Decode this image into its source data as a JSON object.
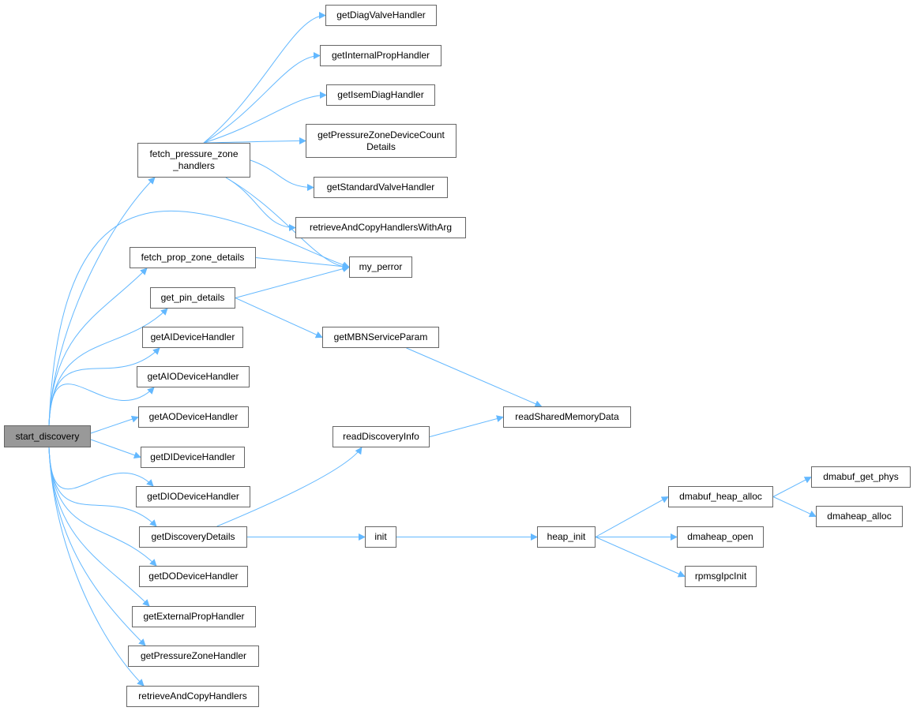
{
  "graph": {
    "colors": {
      "edge": "#63b8ff",
      "node_border": "#666666",
      "root_fill": "#999999",
      "node_fill": "#ffffff"
    },
    "nodes": [
      {
        "id": "start_discovery",
        "label": "start_discovery",
        "root": true
      },
      {
        "id": "fetch_pressure_zone_handlers",
        "label": "fetch_pressure_zone\n_handlers"
      },
      {
        "id": "fetch_prop_zone_details",
        "label": "fetch_prop_zone_details"
      },
      {
        "id": "get_pin_details",
        "label": "get_pin_details"
      },
      {
        "id": "getAIDeviceHandler",
        "label": "getAIDeviceHandler"
      },
      {
        "id": "getAIODeviceHandler",
        "label": "getAIODeviceHandler"
      },
      {
        "id": "getAODeviceHandler",
        "label": "getAODeviceHandler"
      },
      {
        "id": "getDIDeviceHandler",
        "label": "getDIDeviceHandler"
      },
      {
        "id": "getDIODeviceHandler",
        "label": "getDIODeviceHandler"
      },
      {
        "id": "getDiscoveryDetails",
        "label": "getDiscoveryDetails"
      },
      {
        "id": "getDODeviceHandler",
        "label": "getDODeviceHandler"
      },
      {
        "id": "getExternalPropHandler",
        "label": "getExternalPropHandler"
      },
      {
        "id": "getPressureZoneHandler",
        "label": "getPressureZoneHandler"
      },
      {
        "id": "retrieveAndCopyHandlers",
        "label": "retrieveAndCopyHandlers"
      },
      {
        "id": "getDiagValveHandler",
        "label": "getDiagValveHandler"
      },
      {
        "id": "getInternalPropHandler",
        "label": "getInternalPropHandler"
      },
      {
        "id": "getIsemDiagHandler",
        "label": "getIsemDiagHandler"
      },
      {
        "id": "getPressureZoneDeviceCountDetails",
        "label": "getPressureZoneDeviceCount\nDetails"
      },
      {
        "id": "getStandardValveHandler",
        "label": "getStandardValveHandler"
      },
      {
        "id": "retrieveAndCopyHandlersWithArg",
        "label": "retrieveAndCopyHandlersWithArg"
      },
      {
        "id": "my_perror",
        "label": "my_perror"
      },
      {
        "id": "getMBNServiceParam",
        "label": "getMBNServiceParam"
      },
      {
        "id": "readSharedMemoryData",
        "label": "readSharedMemoryData"
      },
      {
        "id": "readDiscoveryInfo",
        "label": "readDiscoveryInfo"
      },
      {
        "id": "init",
        "label": "init"
      },
      {
        "id": "heap_init",
        "label": "heap_init"
      },
      {
        "id": "dmabuf_heap_alloc",
        "label": "dmabuf_heap_alloc"
      },
      {
        "id": "dmaheap_open",
        "label": "dmaheap_open"
      },
      {
        "id": "rpmsgIpcInit",
        "label": "rpmsgIpcInit"
      },
      {
        "id": "dmabuf_get_phys",
        "label": "dmabuf_get_phys"
      },
      {
        "id": "dmaheap_alloc",
        "label": "dmaheap_alloc"
      }
    ],
    "edges": [
      [
        "start_discovery",
        "fetch_pressure_zone_handlers"
      ],
      [
        "start_discovery",
        "my_perror"
      ],
      [
        "start_discovery",
        "fetch_prop_zone_details"
      ],
      [
        "start_discovery",
        "get_pin_details"
      ],
      [
        "start_discovery",
        "getAIDeviceHandler"
      ],
      [
        "start_discovery",
        "getAIODeviceHandler"
      ],
      [
        "start_discovery",
        "getAODeviceHandler"
      ],
      [
        "start_discovery",
        "getDIDeviceHandler"
      ],
      [
        "start_discovery",
        "getDIODeviceHandler"
      ],
      [
        "start_discovery",
        "getDiscoveryDetails"
      ],
      [
        "start_discovery",
        "getDODeviceHandler"
      ],
      [
        "start_discovery",
        "getExternalPropHandler"
      ],
      [
        "start_discovery",
        "getPressureZoneHandler"
      ],
      [
        "start_discovery",
        "retrieveAndCopyHandlers"
      ],
      [
        "fetch_pressure_zone_handlers",
        "getDiagValveHandler"
      ],
      [
        "fetch_pressure_zone_handlers",
        "getInternalPropHandler"
      ],
      [
        "fetch_pressure_zone_handlers",
        "getIsemDiagHandler"
      ],
      [
        "fetch_pressure_zone_handlers",
        "getPressureZoneDeviceCountDetails"
      ],
      [
        "fetch_pressure_zone_handlers",
        "getStandardValveHandler"
      ],
      [
        "fetch_pressure_zone_handlers",
        "retrieveAndCopyHandlersWithArg"
      ],
      [
        "fetch_pressure_zone_handlers",
        "my_perror"
      ],
      [
        "fetch_prop_zone_details",
        "my_perror"
      ],
      [
        "get_pin_details",
        "my_perror"
      ],
      [
        "get_pin_details",
        "getMBNServiceParam"
      ],
      [
        "getMBNServiceParam",
        "readSharedMemoryData"
      ],
      [
        "getDiscoveryDetails",
        "readDiscoveryInfo"
      ],
      [
        "getDiscoveryDetails",
        "init"
      ],
      [
        "readDiscoveryInfo",
        "readSharedMemoryData"
      ],
      [
        "init",
        "heap_init"
      ],
      [
        "heap_init",
        "dmabuf_heap_alloc"
      ],
      [
        "heap_init",
        "dmaheap_open"
      ],
      [
        "heap_init",
        "rpmsgIpcInit"
      ],
      [
        "dmabuf_heap_alloc",
        "dmabuf_get_phys"
      ],
      [
        "dmabuf_heap_alloc",
        "dmaheap_alloc"
      ]
    ]
  }
}
